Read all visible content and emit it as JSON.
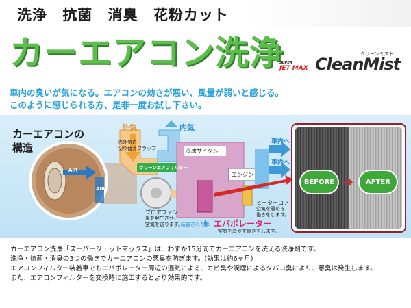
{
  "banner": {
    "features": [
      "洗浄",
      "抗菌",
      "消臭",
      "花粉カット"
    ],
    "title": "カーエアコン洗浄"
  },
  "brand": {
    "prefix_top": "SUPER",
    "prefix_main": "JET MAX",
    "kana": "クリーンミスト",
    "name": "CleanMist"
  },
  "intro": {
    "line1": "車内の臭いが気になる。エアコンの効きが悪い、風量が弱いと感じる。",
    "line2": "このように感じられる方、是非一度お試し下さい。"
  },
  "diagram": {
    "title_line1": "カーエアコンの",
    "title_line2": "構造",
    "outside_air": "外気",
    "inside_air": "内気",
    "flap_label_1": "内外気の",
    "flap_label_2": "切り替えフラップ",
    "filter_label": "クリーンエアフィルター",
    "air_label": "AIR",
    "air_label_2": "AIR",
    "blower_title": "ブロアファン",
    "blower_desc_1": "風を発生させ、",
    "blower_desc_2": "空気を送ります。",
    "cycle_label": "冷凍サイクル",
    "engine_label": "エンジン",
    "to_cabin_1": "車内へ",
    "to_cabin_2": "車内へ",
    "heater_title": "ヒーターコア",
    "heater_desc_1": "空気を暖める",
    "heater_desc_2": "働きをします。",
    "condensate_label": "結露された水",
    "evaporator_title": "エバポレーター",
    "evaporator_desc": "空気を冷やす働きをします。",
    "colors": {
      "outside_air": "#f0a23a",
      "inside_air": "#5ab0e0",
      "evaporator": "#d8276e",
      "cycle_box": "#b96ea6"
    }
  },
  "photo": {
    "before": "BEFORE",
    "after": "AFTER"
  },
  "description": {
    "line1": "カーエアコン洗浄「スーパージェットマックス」は、わずか15分間でカーエアコンを洗える洗浄剤です。",
    "line2": "洗浄・抗菌・消臭の3つの働きでカーエアコンの悪臭を防ぎます。(効果は約6ヶ月)",
    "line3": "エアコンフィルター装着車でもエバポレーター周辺の湿気による、カビ臭や喫煙によるタバコ臭により、悪臭は発生します。",
    "line4": "また、エアコンフィルターを交換時に施工するとより効果的です。"
  }
}
